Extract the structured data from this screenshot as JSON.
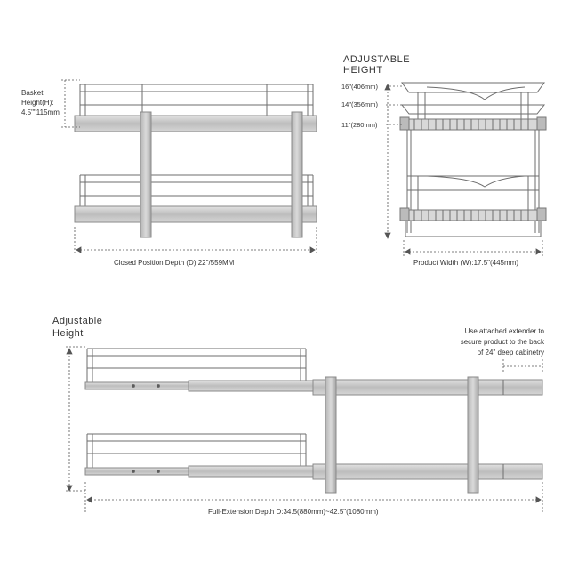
{
  "top_left": {
    "basket_height_line1": "Basket",
    "basket_height_line2": "Height(H):",
    "basket_height_line3": "4.5\"\"115mm",
    "closed_depth": "Closed Position Depth (D):22\"/559MM"
  },
  "top_right": {
    "title_line1": "ADJUSTABLE",
    "title_line2": "HEIGHT",
    "height_16": "16\"(406mm)",
    "height_14": "14\"(356mm)",
    "height_11": "11\"(280mm)",
    "product_width": "Product Width (W):17.5\"(445mm)"
  },
  "bottom": {
    "title_line1": "Adjustable",
    "title_line2": "Height",
    "note_line1": "Use attached extender to",
    "note_line2": "secure product to the back",
    "note_line3": "of 24\" deep cabinetry",
    "full_extension": "Full-Extension Depth D:34.5(880mm)~42.5\"(1080mm)"
  },
  "colors": {
    "line": "#6e6e6e",
    "rail": "#c9c9c9",
    "rail_dark": "#9a9a9a",
    "dim": "#555555"
  }
}
